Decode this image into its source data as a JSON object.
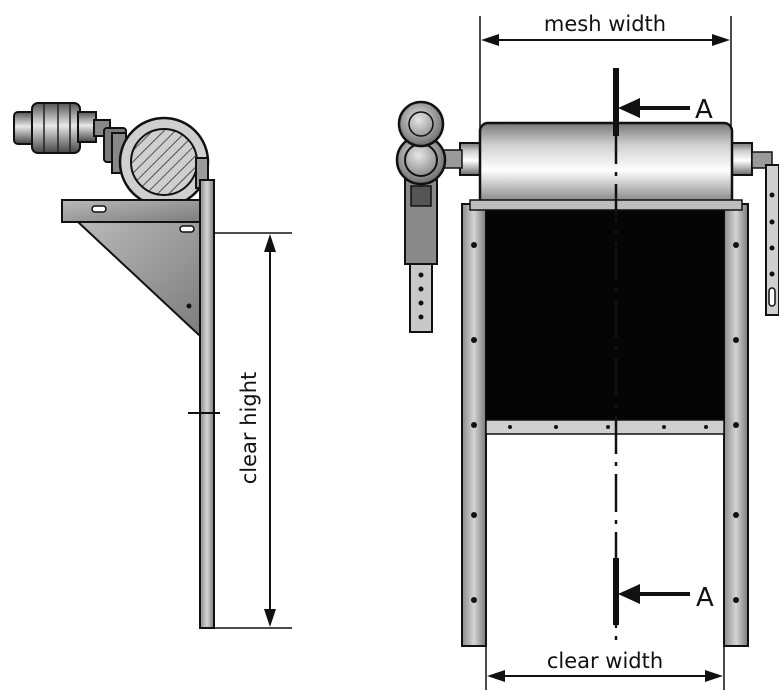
{
  "labels": {
    "mesh_width": "mesh width",
    "clear_width": "clear width",
    "clear_height": "clear hight",
    "section_top": "A",
    "section_bottom": "A"
  },
  "colors": {
    "line": "#111111",
    "mesh": "#050505",
    "metal_light": "#d8d8d8",
    "metal_mid": "#9a9a9a",
    "metal_dark": "#555555"
  }
}
